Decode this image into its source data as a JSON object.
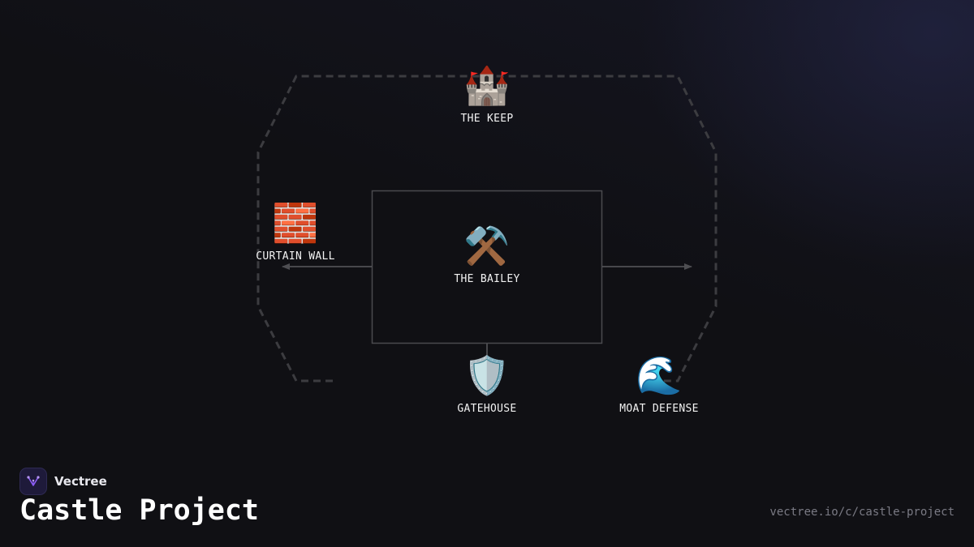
{
  "diagram": {
    "nodes": [
      {
        "id": "keep",
        "icon": "castle-icon",
        "emoji": "🏰",
        "label": "THE KEEP"
      },
      {
        "id": "curtain_wall",
        "icon": "brick-icon",
        "emoji": "🧱",
        "label": "CURTAIN WALL"
      },
      {
        "id": "bailey",
        "icon": "hammer-and-pick-icon",
        "emoji": "⚒️",
        "label": "THE BAILEY"
      },
      {
        "id": "gatehouse",
        "icon": "shield-icon",
        "emoji": "🛡️",
        "label": "GATEHOUSE"
      },
      {
        "id": "moat_defense",
        "icon": "wave-icon",
        "emoji": "🌊",
        "label": "MOAT DEFENSE"
      }
    ],
    "edges": [
      {
        "from": "bailey",
        "to": "curtain_wall",
        "arrow": true
      },
      {
        "from": "bailey",
        "to": "moat_defense",
        "arrow": true
      },
      {
        "from": "bailey",
        "to": "gatehouse",
        "arrow": false
      }
    ],
    "colors": {
      "background": "#101014",
      "dashed_outline": "#3c3c40",
      "box_border": "#4a4a4e",
      "connector": "#5a5a5e",
      "label": "#f2f2f2"
    }
  },
  "brand": {
    "name": "Vectree",
    "logo_icon": "vectree-logo-icon",
    "accent": "#8b5cf6"
  },
  "title": "Castle Project",
  "url": "vectree.io/c/castle-project"
}
